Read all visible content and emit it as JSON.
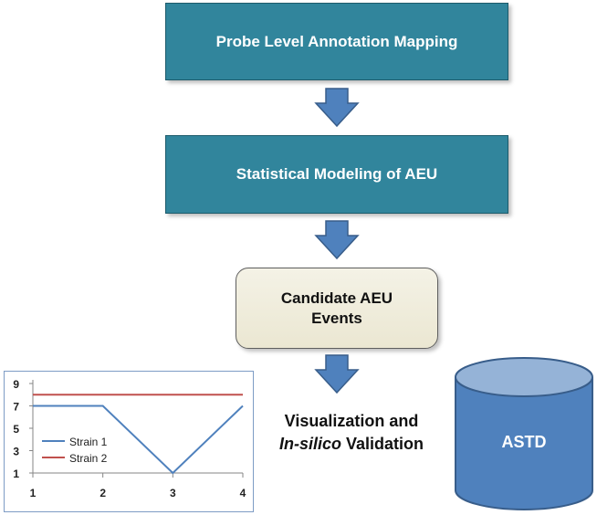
{
  "diagram": {
    "box1_label": "Probe Level Annotation Mapping",
    "box2_label": "Statistical Modeling of AEU",
    "candidate_line1": "Candidate AEU",
    "candidate_line2": "Events",
    "viz_line1": "Visualization and",
    "viz_italic": "In-silico",
    "viz_rest": " Validation",
    "database_label": "ASTD",
    "colors": {
      "teal_box": "#31859c",
      "candidate_fill": "#ede9d6",
      "arrow": "#4f81bd",
      "cylinder": "#4f81bd"
    }
  },
  "chart_data": {
    "type": "line",
    "x": [
      1,
      2,
      3,
      4
    ],
    "xticks": [
      "1",
      "2",
      "3",
      "4"
    ],
    "yticks": [
      "1",
      "3",
      "5",
      "7",
      "9"
    ],
    "ylim": [
      1,
      9
    ],
    "series": [
      {
        "name": "Strain 1",
        "values": [
          7,
          7,
          1,
          7
        ],
        "color": "#4f81bd"
      },
      {
        "name": "Strain 2",
        "values": [
          8,
          8,
          8,
          8
        ],
        "color": "#c0504d"
      }
    ],
    "legend": "left"
  }
}
